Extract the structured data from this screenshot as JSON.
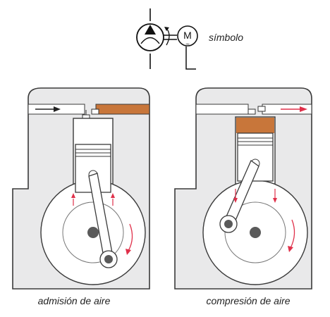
{
  "symbol": {
    "motor_letter": "M",
    "motor_sub": "~",
    "caption": "símbolo"
  },
  "panels": [
    {
      "caption": "admisión de aire",
      "stroke": "intake"
    },
    {
      "caption": "compresión de aire",
      "stroke": "compression"
    }
  ],
  "colors": {
    "housing_fill": "#e9e9ea",
    "housing_stroke": "#3a3a3a",
    "compressed_air": "#c8763a",
    "flow_arrow": "#e0304a",
    "crank_dark": "#5a5a5a"
  }
}
